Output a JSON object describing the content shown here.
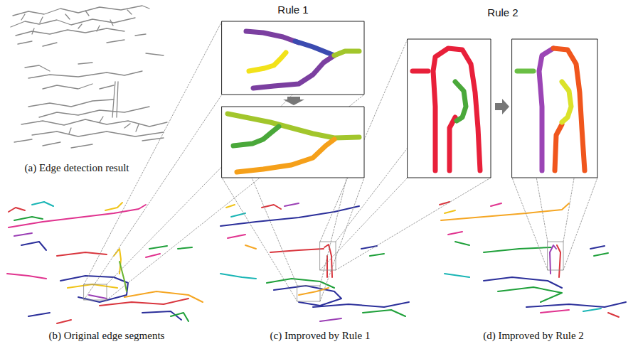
{
  "diagram": {
    "labels": [
      "Rule 1",
      "Rule 2",
      "(a) Edge detection result",
      "(b) Original edge segments",
      "(c) Improved by Rule 1",
      "(d) Improved by Rule 2"
    ]
  }
}
